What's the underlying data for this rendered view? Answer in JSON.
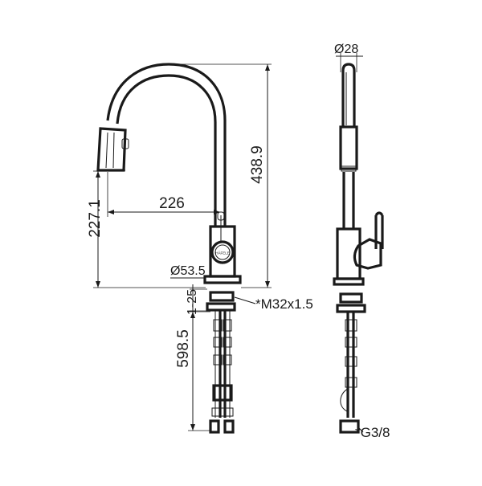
{
  "drawing": {
    "dimensions": {
      "spout_height": "438.9",
      "spout_reach": "226",
      "outlet_height": "227.1",
      "base_diameter": "Ø53.5",
      "deck_thickness": "1-25",
      "mount_thread": "*M32x1.5",
      "hose_length": "598.5",
      "spout_diameter": "Ø28",
      "hose_connection": "*G3/8"
    },
    "brand_mark": "HÄFELE"
  }
}
